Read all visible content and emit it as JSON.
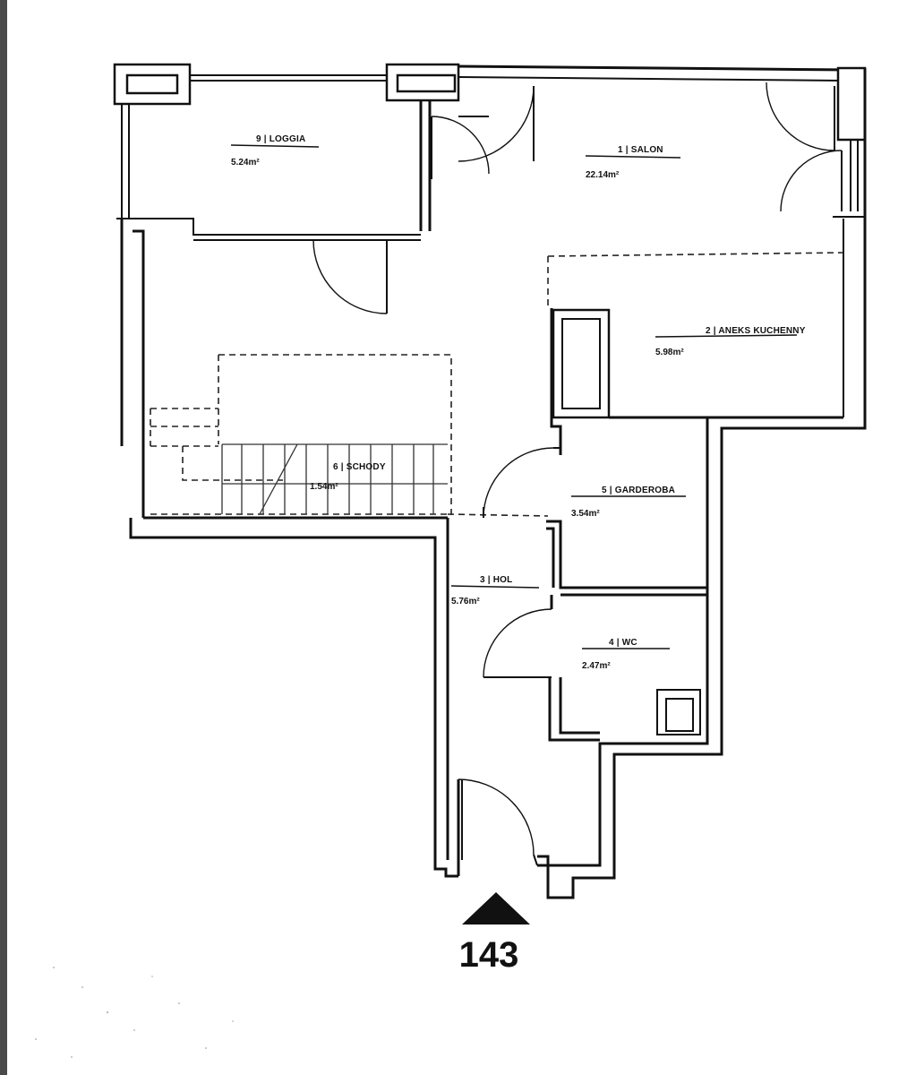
{
  "plan": {
    "number": "143",
    "rooms": [
      {
        "id": "loggia",
        "label": "9 | LOGGIA",
        "area": "5.24m²"
      },
      {
        "id": "salon",
        "label": "1 | SALON",
        "area": "22.14m²"
      },
      {
        "id": "aneks",
        "label": "2 | ANEKS KUCHENNY",
        "area": "5.98m²"
      },
      {
        "id": "schody",
        "label": "6 | SCHODY",
        "area": "1.54m²"
      },
      {
        "id": "garderoba",
        "label": "5 | GARDEROBA",
        "area": "3.54m²"
      },
      {
        "id": "hol",
        "label": "3 | HOL",
        "area": "5.76m²"
      },
      {
        "id": "wc",
        "label": "4 | WC",
        "area": "2.47m²"
      }
    ]
  }
}
